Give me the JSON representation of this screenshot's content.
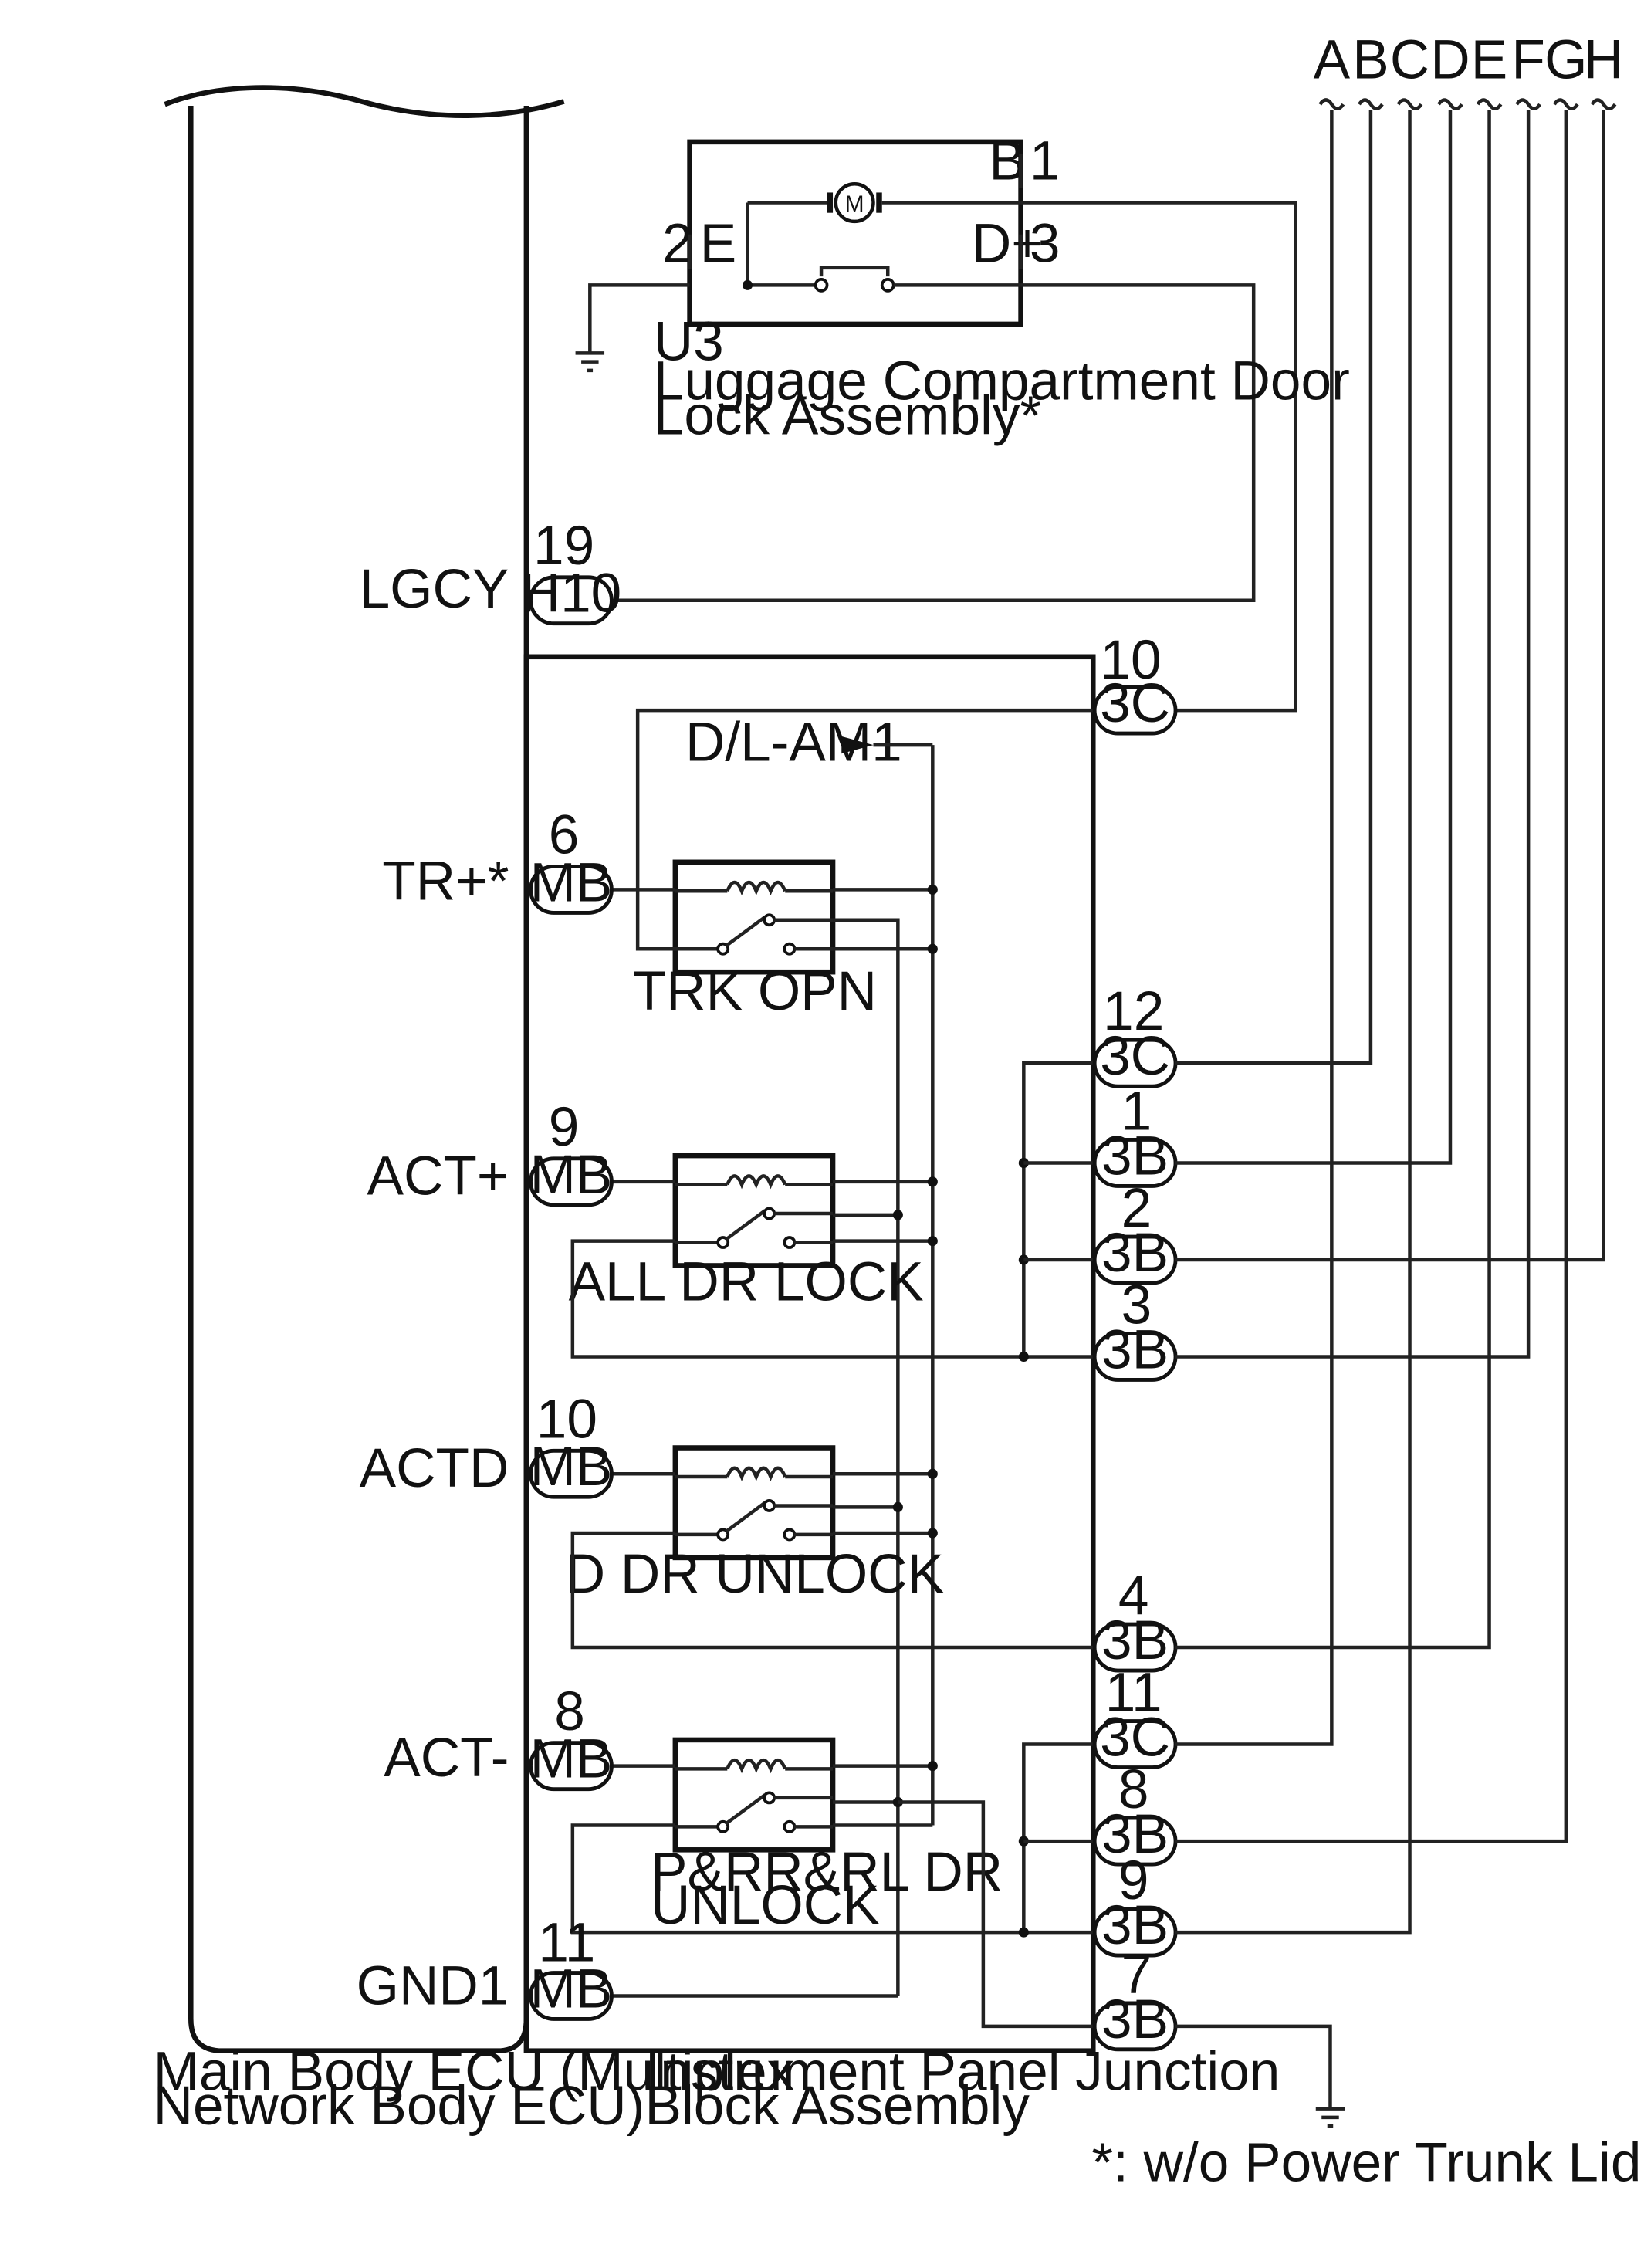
{
  "ecu": {
    "name_line1": "Main Body ECU (Multiplex",
    "name_line2": "Network Body ECU)",
    "pins": {
      "lgcy": "LGCY",
      "tr": "TR+*",
      "act_plus": "ACT+",
      "actd": "ACTD",
      "act_minus": "ACT-",
      "gnd1": "GND1"
    }
  },
  "lock_assembly": {
    "code": "U3",
    "name_line1": "Luggage Compartment Door",
    "name_line2": "Lock Assembly*",
    "terminals": {
      "b": "B",
      "e": "E",
      "dplus": "D+"
    },
    "pin_numbers": {
      "b": "1",
      "e": "2",
      "dplus": "3"
    },
    "motor": "M"
  },
  "junction_block": {
    "name_line1": "Instrument Panel Junction",
    "name_line2": "Block Assembly",
    "feed": "D/L-AM1",
    "relays": {
      "trk_opn": "TRK OPN",
      "all_dr_lock": "ALL DR LOCK",
      "d_dr_unlock": "D DR UNLOCK",
      "p_rr_rl_1": "P&RR&RL DR",
      "p_rr_rl_2": "UNLOCK"
    }
  },
  "connectors": {
    "h10": {
      "code": "H10",
      "pin": "19"
    },
    "mb6": {
      "code": "MB",
      "pin": "6"
    },
    "mb9": {
      "code": "MB",
      "pin": "9"
    },
    "mb10": {
      "code": "MB",
      "pin": "10"
    },
    "mb8": {
      "code": "MB",
      "pin": "8"
    },
    "mb11": {
      "code": "MB",
      "pin": "11"
    },
    "c3c10": {
      "code": "3C",
      "pin": "10"
    },
    "c3c12": {
      "code": "3C",
      "pin": "12"
    },
    "b1": {
      "code": "3B",
      "pin": "1"
    },
    "b2": {
      "code": "3B",
      "pin": "2"
    },
    "b3": {
      "code": "3B",
      "pin": "3"
    },
    "b4": {
      "code": "3B",
      "pin": "4"
    },
    "c3c11": {
      "code": "3C",
      "pin": "11"
    },
    "b8": {
      "code": "3B",
      "pin": "8"
    },
    "b9": {
      "code": "3B",
      "pin": "9"
    },
    "b7": {
      "code": "3B",
      "pin": "7"
    }
  },
  "bus_letters": [
    "A",
    "B",
    "C",
    "D",
    "E",
    "F",
    "G",
    "H"
  ],
  "footnote": "*: w/o Power Trunk Lid System"
}
